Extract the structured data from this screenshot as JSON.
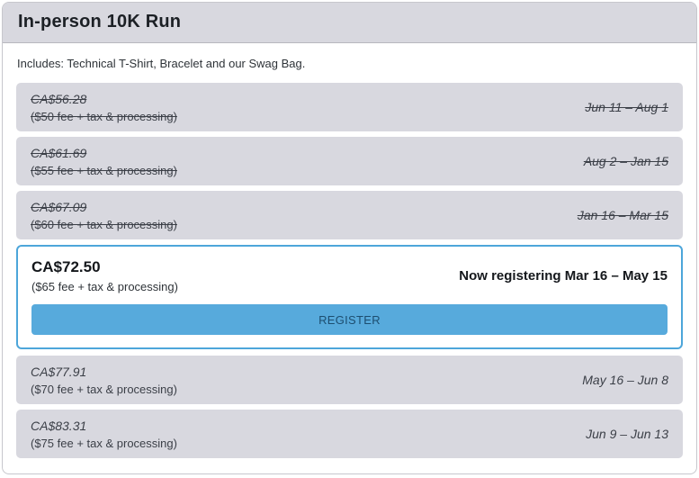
{
  "header": {
    "title": "In-person 10K Run"
  },
  "description": "Includes: Technical T-Shirt, Bracelet and our Swag Bag.",
  "colors": {
    "row_background": "#d8d8df",
    "header_background": "#d8d8df",
    "active_border": "#4da6da",
    "button_background": "#57aadc",
    "button_text": "#1d4e70"
  },
  "register_button_label": "REGISTER",
  "tiers": [
    {
      "price": "CA$56.28",
      "fee": "($50 fee + tax & processing)",
      "dates": "Jun 11 – Aug 1",
      "status": "past"
    },
    {
      "price": "CA$61.69",
      "fee": "($55 fee + tax & processing)",
      "dates": "Aug 2 – Jan 15",
      "status": "past"
    },
    {
      "price": "CA$67.09",
      "fee": "($60 fee + tax & processing)",
      "dates": "Jan 16 – Mar 15",
      "status": "past"
    },
    {
      "price": "CA$72.50",
      "fee": "($65 fee + tax & processing)",
      "dates": "Now registering Mar 16 – May 15",
      "status": "active"
    },
    {
      "price": "CA$77.91",
      "fee": "($70 fee + tax & processing)",
      "dates": "May 16 – Jun 8",
      "status": "future"
    },
    {
      "price": "CA$83.31",
      "fee": "($75 fee + tax & processing)",
      "dates": "Jun 9 – Jun 13",
      "status": "future"
    }
  ]
}
